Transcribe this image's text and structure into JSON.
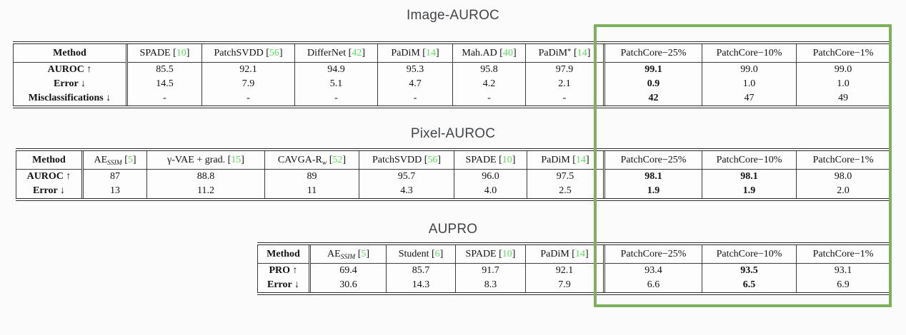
{
  "colors": {
    "citation_green": "#5ce05c",
    "highlight_box_green": "#7cb05a",
    "title_gray": "#424549"
  },
  "highlight_box": {
    "label": "patchcore-columns-highlight"
  },
  "tables": [
    {
      "title": "Image-AUROC",
      "method_header": "Method",
      "columns": [
        {
          "label": "SPADE",
          "cite": "10"
        },
        {
          "label": "PatchSVDD",
          "cite": "56"
        },
        {
          "label": "DifferNet",
          "cite": "42"
        },
        {
          "label": "PaDiM",
          "cite": "14"
        },
        {
          "label": "Mah.AD",
          "cite": "40"
        },
        {
          "label": "PaDiM",
          "sup": "*",
          "cite": "14"
        },
        {
          "label": "PatchCore−25%"
        },
        {
          "label": "PatchCore−10%"
        },
        {
          "label": "PatchCore−1%"
        }
      ],
      "rows": [
        {
          "label": "AUROC ↑",
          "values": [
            "85.5",
            "92.1",
            "94.9",
            "95.3",
            "95.8",
            "97.9",
            "99.1",
            "99.0",
            "99.0"
          ],
          "bold": [
            6
          ]
        },
        {
          "label": "Error ↓",
          "values": [
            "14.5",
            "7.9",
            "5.1",
            "4.7",
            "4.2",
            "2.1",
            "0.9",
            "1.0",
            "1.0"
          ],
          "bold": [
            6
          ]
        },
        {
          "label": "Misclassifications ↓",
          "values": [
            "-",
            "-",
            "-",
            "-",
            "-",
            "-",
            "42",
            "47",
            "49"
          ],
          "bold": [
            6
          ]
        }
      ]
    },
    {
      "title": "Pixel-AUROC",
      "method_header": "Method",
      "columns": [
        {
          "label": "AE",
          "sub": "SSIM",
          "cite": "5"
        },
        {
          "label": "γ-VAE + grad.",
          "cite": "15"
        },
        {
          "label": "CAVGA-R",
          "sub": "w",
          "cite": "52"
        },
        {
          "label": "PatchSVDD",
          "cite": "56"
        },
        {
          "label": "SPADE",
          "cite": "10"
        },
        {
          "label": "PaDiM",
          "cite": "14"
        },
        {
          "label": "PatchCore−25%"
        },
        {
          "label": "PatchCore−10%"
        },
        {
          "label": "PatchCore−1%"
        }
      ],
      "rows": [
        {
          "label": "AUROC ↑",
          "values": [
            "87",
            "88.8",
            "89",
            "95.7",
            "96.0",
            "97.5",
            "98.1",
            "98.1",
            "98.0"
          ],
          "bold": [
            6,
            7
          ]
        },
        {
          "label": "Error ↓",
          "values": [
            "13",
            "11.2",
            "11",
            "4.3",
            "4.0",
            "2.5",
            "1.9",
            "1.9",
            "2.0"
          ],
          "bold": [
            6,
            7
          ]
        }
      ]
    },
    {
      "title": "AUPRO",
      "method_header": "Method",
      "columns": [
        {
          "label": "AE",
          "sub": "SSIM",
          "cite": "5"
        },
        {
          "label": "Student",
          "cite": "6"
        },
        {
          "label": "SPADE",
          "cite": "10"
        },
        {
          "label": "PaDiM",
          "cite": "14"
        },
        {
          "label": "PatchCore−25%"
        },
        {
          "label": "PatchCore−10%"
        },
        {
          "label": "PatchCore−1%"
        }
      ],
      "rows": [
        {
          "label": "PRO ↑",
          "values": [
            "69.4",
            "85.7",
            "91.7",
            "92.1",
            "93.4",
            "93.5",
            "93.1"
          ],
          "bold": [
            5
          ]
        },
        {
          "label": "Error ↓",
          "values": [
            "30.6",
            "14.3",
            "8.3",
            "7.9",
            "6.6",
            "6.5",
            "6.9"
          ],
          "bold": [
            5
          ]
        }
      ]
    }
  ]
}
